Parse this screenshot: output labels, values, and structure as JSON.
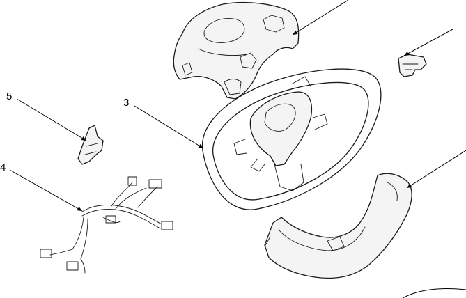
{
  "callouts": {
    "label_3": "3",
    "label_4": "4",
    "label_5": "5"
  },
  "colors": {
    "ink": "#1a1a1a",
    "background": "#ffffff"
  }
}
